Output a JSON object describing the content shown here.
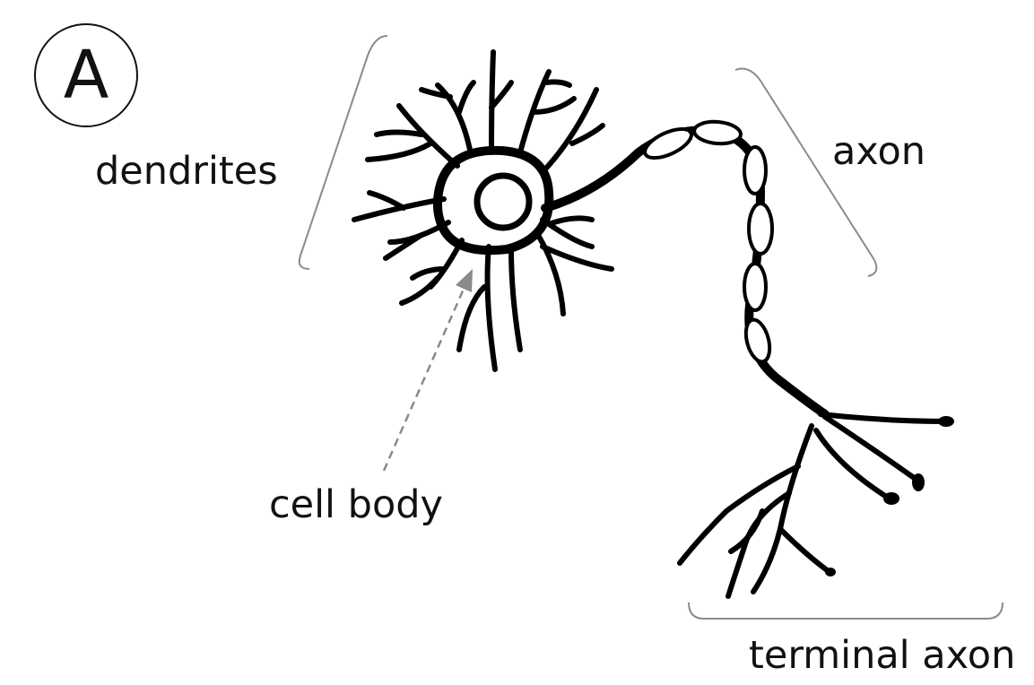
{
  "panel": {
    "letter": "A"
  },
  "labels": {
    "dendrites": "dendrites",
    "axon": "axon",
    "cell_body": "cell body",
    "terminal_axon": "terminal axon"
  },
  "colors": {
    "ink": "#000000",
    "bracket": "#8a8a8a",
    "arrow": "#8a8a8a",
    "background": "#ffffff"
  }
}
